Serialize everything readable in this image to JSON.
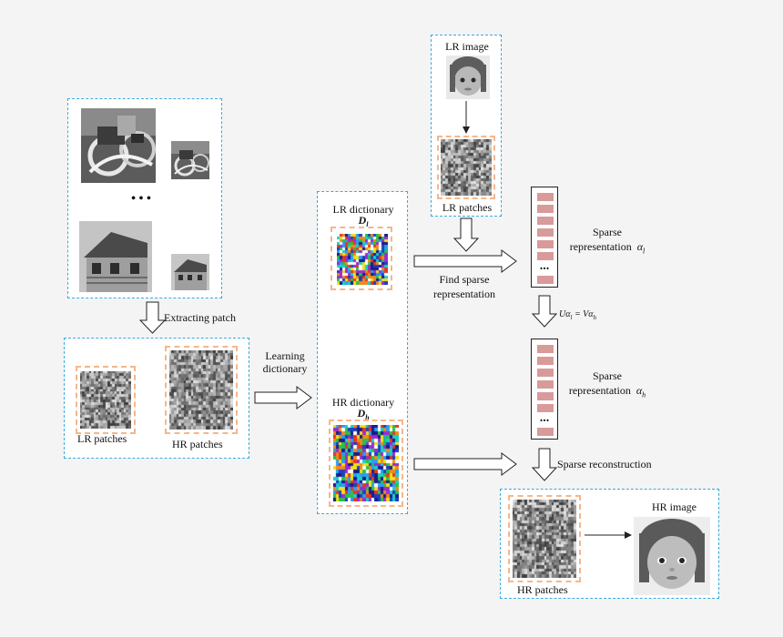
{
  "labels": {
    "ellipsis": "• • •",
    "extracting_patch": "Extracting patch",
    "lr_patches_left": "LR patches",
    "hr_patches_left": "HR patches",
    "learning_dictionary_1": "Learning",
    "learning_dictionary_2": "dictionary",
    "lr_dictionary": "LR dictionary",
    "lr_dictionary_symbol": "D",
    "lr_dictionary_sub": "l",
    "hr_dictionary": "HR dictionary",
    "hr_dictionary_symbol": "D",
    "hr_dictionary_sub": "h",
    "lr_image": "LR image",
    "lr_patches_top": "LR patches",
    "find_sparse_1": "Find sparse",
    "find_sparse_2": "representation",
    "sparse_rep_l_1": "Sparse",
    "sparse_rep_l_2": "representation",
    "sparse_rep_l_symbol": "α",
    "sparse_rep_l_sub": "l",
    "mapping_equation": "Uα",
    "mapping_equation_sub1": "l",
    "mapping_equation_mid": " = Vα",
    "mapping_equation_sub2": "h",
    "sparse_rep_h_1": "Sparse",
    "sparse_rep_h_2": "representation",
    "sparse_rep_h_symbol": "α",
    "sparse_rep_h_sub": "h",
    "vector_dots": "...",
    "sparse_reconstruction": "Sparse reconstruction",
    "hr_patches_bottom": "HR patches",
    "hr_image": "HR image"
  },
  "colors": {
    "dashed_blue": "#3aa9dc",
    "dashed_orange": "#f5b68a",
    "vector_bar": "#d99a9a"
  },
  "icons": {
    "photo_bike_large": "bicycle-photo",
    "photo_bike_small": "bicycle-photo",
    "photo_house_large": "house-photo",
    "photo_house_small": "house-photo",
    "lr_face": "baby-face-photo",
    "hr_face": "baby-face-photo"
  }
}
